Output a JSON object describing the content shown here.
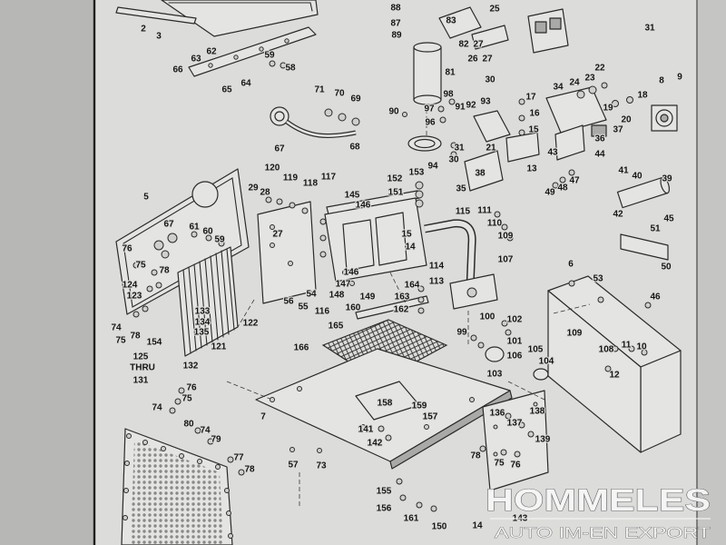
{
  "callouts": [
    "88",
    "87",
    "89",
    "83",
    "25",
    "82",
    "27",
    "81",
    "26",
    "27",
    "30",
    "31",
    "2",
    "3",
    "62",
    "63",
    "59",
    "58",
    "66",
    "64",
    "65",
    "71",
    "70",
    "69",
    "68",
    "67",
    "90",
    "98",
    "97",
    "96",
    "91",
    "92",
    "93",
    "31",
    "30",
    "94",
    "21",
    "38",
    "35",
    "13",
    "17",
    "16",
    "15",
    "34",
    "24",
    "23",
    "22",
    "19",
    "20",
    "18",
    "8",
    "9",
    "36",
    "37",
    "43",
    "44",
    "47",
    "48",
    "49",
    "41",
    "40",
    "39",
    "42",
    "45",
    "51",
    "50",
    "5",
    "67",
    "61",
    "60",
    "59",
    "76",
    "75",
    "78",
    "124",
    "123",
    "74",
    "75",
    "78",
    "154",
    "125",
    "THRU",
    "131",
    "133",
    "134",
    "135",
    "132",
    "122",
    "121",
    "120",
    "119",
    "118",
    "117",
    "29",
    "28",
    "27",
    "145",
    "146",
    "56",
    "54",
    "55",
    "116",
    "146",
    "147",
    "148",
    "149",
    "152",
    "153",
    "151",
    "15",
    "14",
    "115",
    "111",
    "110",
    "109",
    "114",
    "113",
    "107",
    "164",
    "163",
    "162",
    "160",
    "165",
    "166",
    "99",
    "100",
    "102",
    "101",
    "106",
    "105",
    "104",
    "103",
    "6",
    "53",
    "46",
    "109",
    "108",
    "11",
    "10",
    "12",
    "76",
    "75",
    "74",
    "80",
    "74",
    "79",
    "77",
    "78",
    "7",
    "57",
    "73",
    "158",
    "159",
    "157",
    "141",
    "142",
    "155",
    "156",
    "161",
    "150",
    "14",
    "136",
    "137",
    "138",
    "139",
    "78",
    "75",
    "76",
    "143"
  ],
  "watermark": {
    "brand": "HOMMELES",
    "tagline": "AUTO IM-EN EXPORT"
  },
  "colors": {
    "paper": "#dcdcda",
    "ink": "#2a2a2a",
    "surround": "#b9b9b7",
    "watermark": "#f6f6f6"
  }
}
